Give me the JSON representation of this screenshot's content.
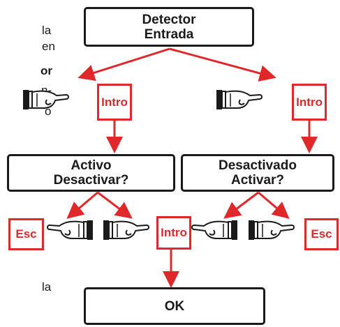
{
  "side_text": {
    "la1": "la",
    "en": "en",
    "or": "or",
    "n_dash": "n-",
    "o": "o",
    "la2": "la"
  },
  "boxes": {
    "detector_line1": "Detector",
    "detector_line2": "Entrada",
    "activo_line1": "Activo",
    "activo_line2": "Desactivar?",
    "desactivado_line1": "Desactivado",
    "desactivado_line2": "Activar?",
    "ok": "OK"
  },
  "keys": {
    "intro_left": "Intro",
    "intro_right": "Intro",
    "intro_bottom": "Intro",
    "esc_left": "Esc",
    "esc_right": "Esc"
  },
  "colors": {
    "arrow": "#e0282a",
    "box_border": "#1a1a1a",
    "key_border": "#e0282a"
  }
}
